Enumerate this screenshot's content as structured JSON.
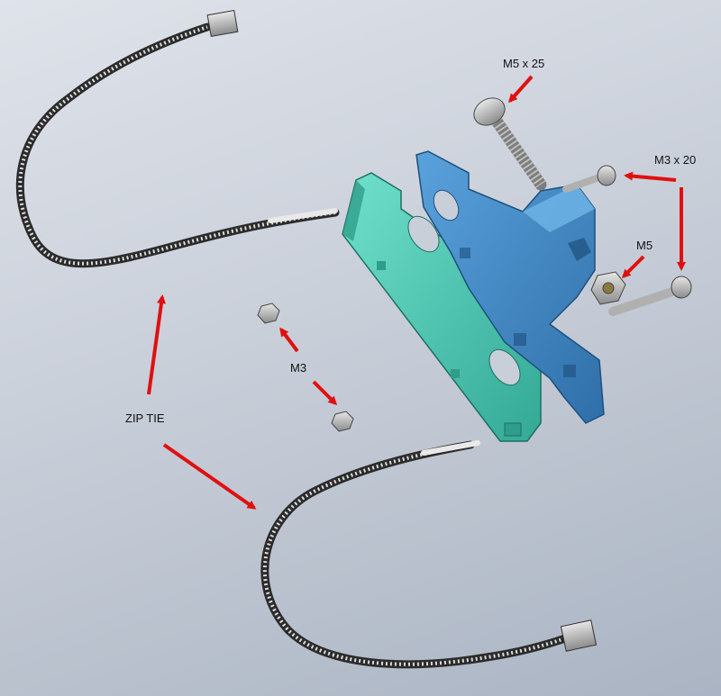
{
  "labels": {
    "m5x25": "M5 x 25",
    "m3x20": "M3 x 20",
    "m5": "M5",
    "m3": "M3",
    "zip_tie": "ZIP TIE"
  },
  "colors": {
    "background": "#c9cfd9",
    "arrow": "#e01010",
    "bracket_blue": "#3f86c6",
    "clamp_teal": "#49c9b5",
    "hardware_gray": "#a9a9a9",
    "zip_tie_band": "#2b2b2b"
  }
}
